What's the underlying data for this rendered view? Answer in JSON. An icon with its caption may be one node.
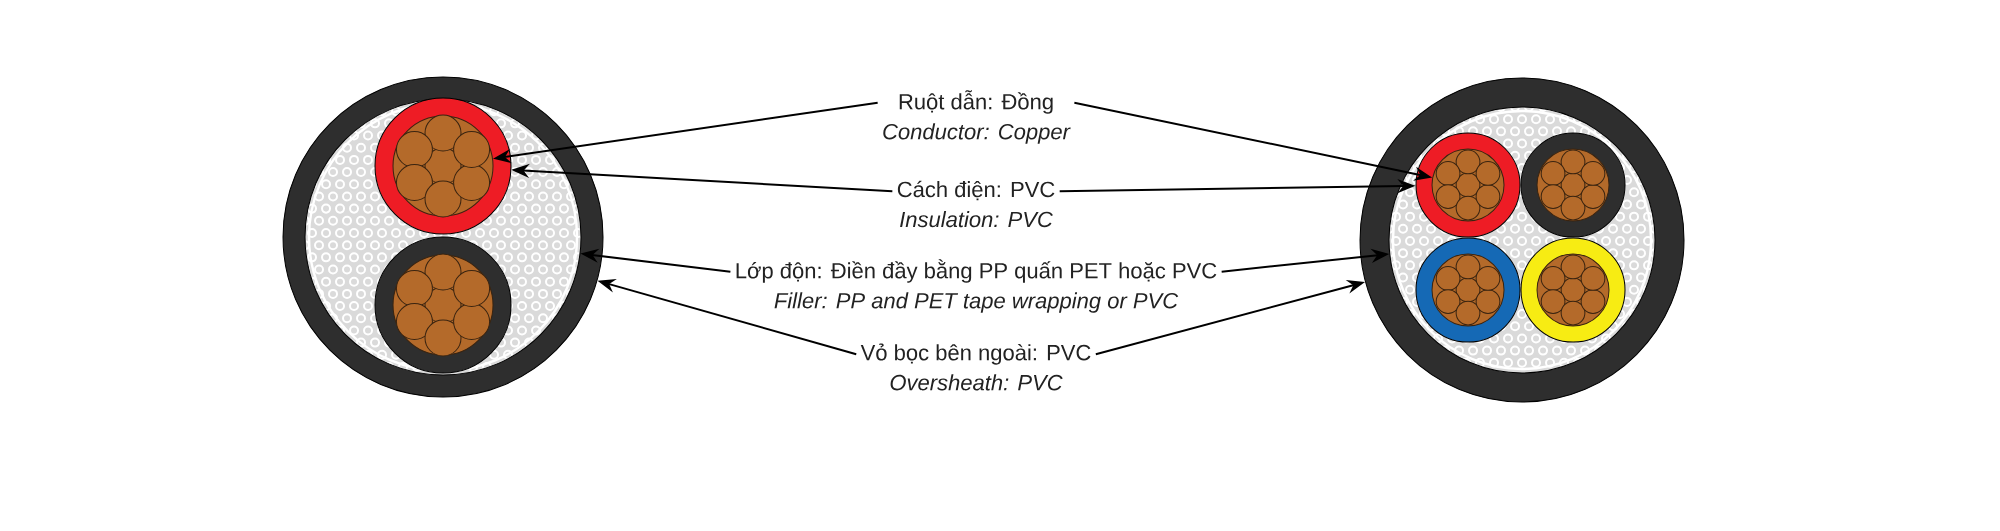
{
  "diagram": {
    "nodes": [
      {
        "text": [
          "Ruột dẫn: Đồng",
          "Conductor: Copper"
        ]
      },
      {
        "text": [
          "Cách điện: PVC",
          "Insulation: PVC"
        ]
      },
      {
        "text": [
          "Lớp độn: Điền đầy bằng PP quấn PET hoặc PVC",
          "Filler: PP and PET tape wrapping or PVC"
        ]
      },
      {
        "text": [
          "Vỏ bọc bên ngoài: PVC",
          "Oversheath: PVC"
        ]
      },
      {
        "text": [],
        "shape": "circle",
        "in": 5
      },
      {
        "text": [],
        "shape": "circle",
        "in": 6
      },
      {
        "text": [],
        "shape": "circle",
        "in": 7
      },
      {
        "text": [],
        "shape": "circle"
      },
      {
        "text": [],
        "shape": "circle",
        "in": 9
      },
      {
        "text": [],
        "shape": "circle",
        "in": 10
      },
      {
        "text": [],
        "shape": "circle",
        "in": 11
      },
      {
        "text": [],
        "shape": "circle"
      },
      {
        "text": [],
        "shape": "circle",
        "in": 6
      },
      {
        "text": [],
        "shape": "circle",
        "in": 12
      },
      {
        "text": [],
        "shape": "circle",
        "in": 10
      },
      {
        "text": [],
        "shape": "circle",
        "in": 14
      },
      {
        "text": [],
        "shape": "circle",
        "in": 10
      },
      {
        "text": [],
        "shape": "circle",
        "in": 16
      },
      {
        "text": [],
        "shape": "circle",
        "in": 10
      },
      {
        "text": [],
        "shape": "circle",
        "in": 18
      }
    ],
    "edges": [
      {
        "from": 0,
        "to": 4,
        "arrow": "to"
      },
      {
        "from": 0,
        "to": 8,
        "arrow": "to"
      },
      {
        "from": 1,
        "to": 5,
        "arrow": "to"
      },
      {
        "from": 1,
        "to": 9,
        "arrow": "to"
      },
      {
        "from": 2,
        "to": 6,
        "arrow": "to"
      },
      {
        "from": 2,
        "to": 10,
        "arrow": "to"
      },
      {
        "from": 3,
        "to": 7,
        "arrow": "to"
      },
      {
        "from": 3,
        "to": 11,
        "arrow": "to"
      }
    ]
  }
}
